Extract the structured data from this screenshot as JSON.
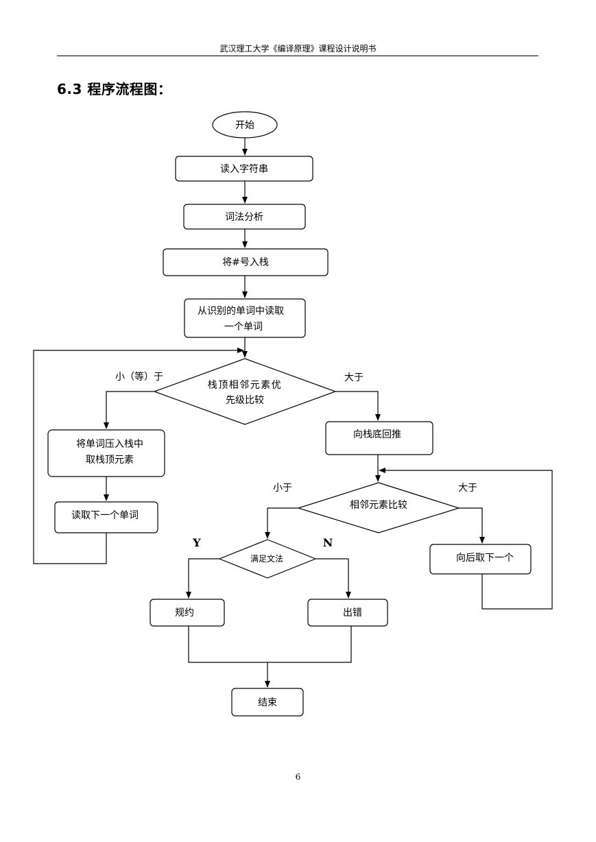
{
  "header": {
    "title": "武汉理工大学《编译原理》课程设计说明书"
  },
  "section": {
    "title": "6.3 程序流程图："
  },
  "flowchart": {
    "start": "开始",
    "read_string": "读入字符串",
    "lexical": "词法分析",
    "push_hash": "将#号入栈",
    "read_word_line1": "从识别的单词中读取",
    "read_word_line2": "一个单词",
    "compare_line1": "栈顶相邻元素优",
    "compare_line2": "先级比较",
    "label_less_equal": "小（等）于",
    "label_greater": "大于",
    "push_line1": "将单词压入栈中",
    "push_line2": "取栈顶元素",
    "read_next_word": "读取下一个单词",
    "backtrack": "向栈底回推",
    "adjacent_compare": "相邻元素比较",
    "label_less": "小于",
    "label_greater2": "大于",
    "next_one": "向后取下一个",
    "grammar_check": "满足文法",
    "label_y": "Y",
    "label_n": "N",
    "reduce": "规约",
    "error": "出错",
    "end": "结束"
  },
  "footer": {
    "page_number": "6"
  }
}
